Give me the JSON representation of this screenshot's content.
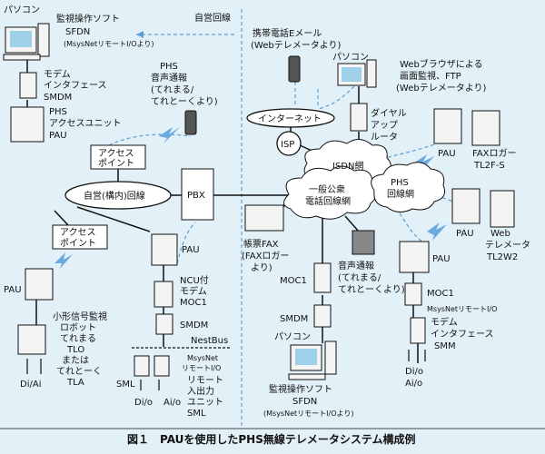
{
  "caption": "図１　PAUを使用したPHS無線テレメータシステム構成例",
  "labels": {
    "jiei_line_top": "自営回線",
    "pc_top_left": "パソコン",
    "software_top_1": "監視操作ソフト",
    "software_top_2": "SFDN",
    "software_top_3": "(MsysNetリモートI/Oより)",
    "modem_if_1": "モデム",
    "modem_if_2": "インタフェース",
    "modem_if_3": "SMDM",
    "pau_top_1": "PHS",
    "pau_top_2": "アクセスユニット",
    "pau_top_3": "PAU",
    "voice_1": "PHS",
    "voice_2": "音声通報",
    "voice_3": "(てれまる/",
    "voice_4": "てれとーくより)",
    "ap_top_1": "アクセス",
    "ap_top_2": "ポイント",
    "jiei_net": "自営(構内)回線",
    "pbx": "PBX",
    "ap_left_1": "アクセス",
    "ap_left_2": "ポイント",
    "pau_left": "PAU",
    "tlo_1": "小形信号監視",
    "tlo_2": "ロボット",
    "tlo_3": "てれまる",
    "tlo_4": "TLO",
    "tlo_5": "または",
    "tlo_6": "てれとーく",
    "tlo_7": "TLA",
    "di_ai": "Di/Ai",
    "pau_mid": "PAU",
    "ncu_1": "NCU付",
    "ncu_2": "モデム",
    "ncu_3": "MOC1",
    "smdm_mid": "SMDM",
    "nestbus": "NestBus",
    "msysnet_1": "MsysNet",
    "msysnet_2": "リモートI/O",
    "remote_1": "リモート",
    "remote_2": "入出力",
    "remote_3": "ユニット",
    "remote_4": "SML",
    "sml": "SML",
    "di_o_mid": "Di/o",
    "ai_o_mid": "Ai/o",
    "email_1": "携帯電話Eメール",
    "email_2": "(Webテレメータより)",
    "pc_top_right": "パソコン",
    "browser_1": "Webブラウザによる",
    "browser_2": "画面監視、FTP",
    "browser_3": "(Webテレメータより)",
    "internet": "インターネット",
    "dialup_1": "ダイヤル",
    "dialup_2": "アップ",
    "dialup_3": "ルータ",
    "isp": "ISP",
    "isdn": "ISDN網",
    "phs_net_1": "PHS",
    "phs_net_2": "回線網",
    "public_1": "一般公衆",
    "public_2": "電話回線網",
    "pau_fax": "PAU",
    "faxlogger_1": "FAXロガー",
    "faxlogger_2": "TL2F-S",
    "pau_web": "PAU",
    "web_1": "Web",
    "web_2": "テレメータ",
    "web_3": "TL2W2",
    "fax_1": "帳票FAX",
    "fax_2": "(FAXロガー",
    "fax_3": "より)",
    "voice_r_1": "音声通報",
    "voice_r_2": "(てれまる/",
    "voice_r_3": "てれとーくより)",
    "moc1_r": "MOC1",
    "smdm_r": "SMDM",
    "pau_r": "PAU",
    "moc1_rr": "MOC1",
    "msys_rr": "MsysNetリモートI/O",
    "modem_rr_1": "モデム",
    "modem_rr_2": "インタフェース",
    "modem_rr_3": "SMM",
    "dio_rr": "Di/o",
    "aio_rr": "Ai/o",
    "pc_bottom": "パソコン",
    "soft_bottom_1": "監視操作ソフト",
    "soft_bottom_2": "SFDN",
    "soft_bottom_3": "(MsysNetリモートI/Oより)"
  },
  "colors": {
    "background": "#e2f0f7",
    "cloud": "#ffffff",
    "dashed_blue": "#5b9fd4",
    "line": "#111111",
    "device": "#f4f4f4",
    "screen": "#9fd0ea"
  }
}
